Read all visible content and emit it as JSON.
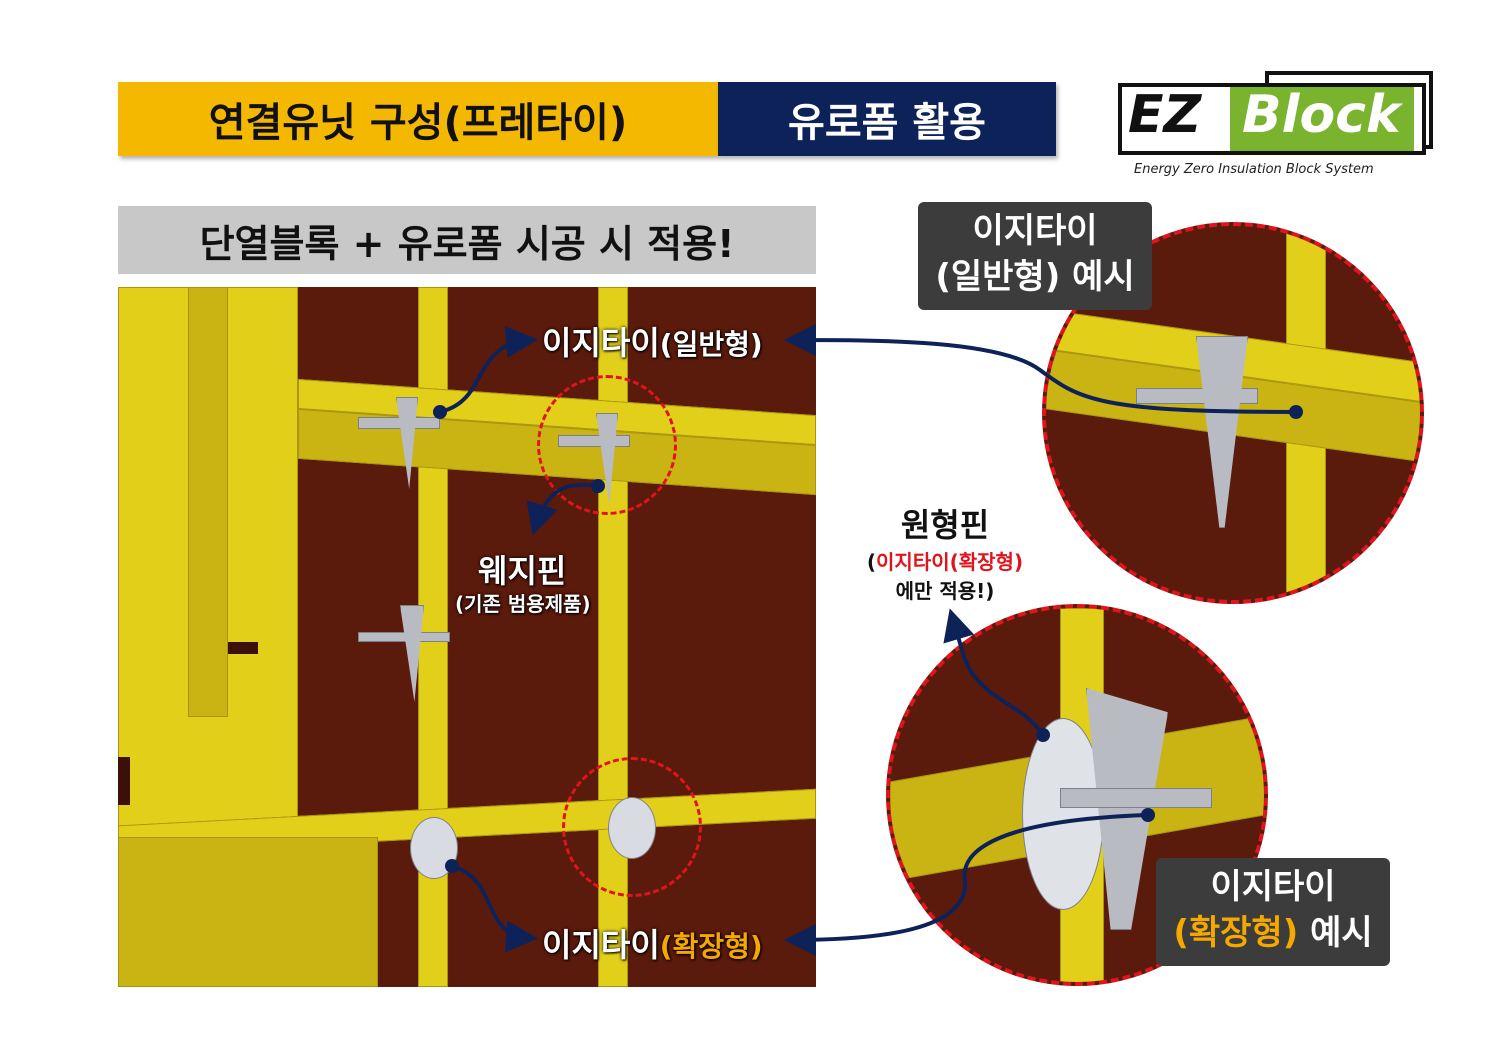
{
  "header": {
    "title_left": "연결유닛 구성(프레타이)",
    "title_right": "유로폼 활용"
  },
  "logo": {
    "ez": "EZ",
    "block": "Block",
    "tagline": "Energy Zero Insulation Block System",
    "green": "#7ab32e"
  },
  "subtitle": "단열블록 + 유로폼 시공 시 적용!",
  "labels": {
    "easytie_general_a": "이지타이",
    "easytie_general_b": "(일반형)",
    "wedge_pin": "웨지핀",
    "wedge_pin_note": "(기존 범용제품)",
    "easytie_ext_a": "이지타이",
    "easytie_ext_b": "(확장형)",
    "round_pin": "원형핀",
    "round_pin_note_open": "(",
    "round_pin_note_red": "이지타이(확장형)",
    "round_pin_note_tail": "에만 적용!)"
  },
  "badges": {
    "general_line1": "이지타이",
    "general_line2": "(일반형) 예시",
    "ext_line1": "이지타이",
    "ext_line2_orange": "(확장형)",
    "ext_line2_tail": " 예시"
  },
  "colors": {
    "yellow": "#f5b800",
    "navy": "#0d2259",
    "red": "#e0141c",
    "orange": "#f5a800"
  }
}
